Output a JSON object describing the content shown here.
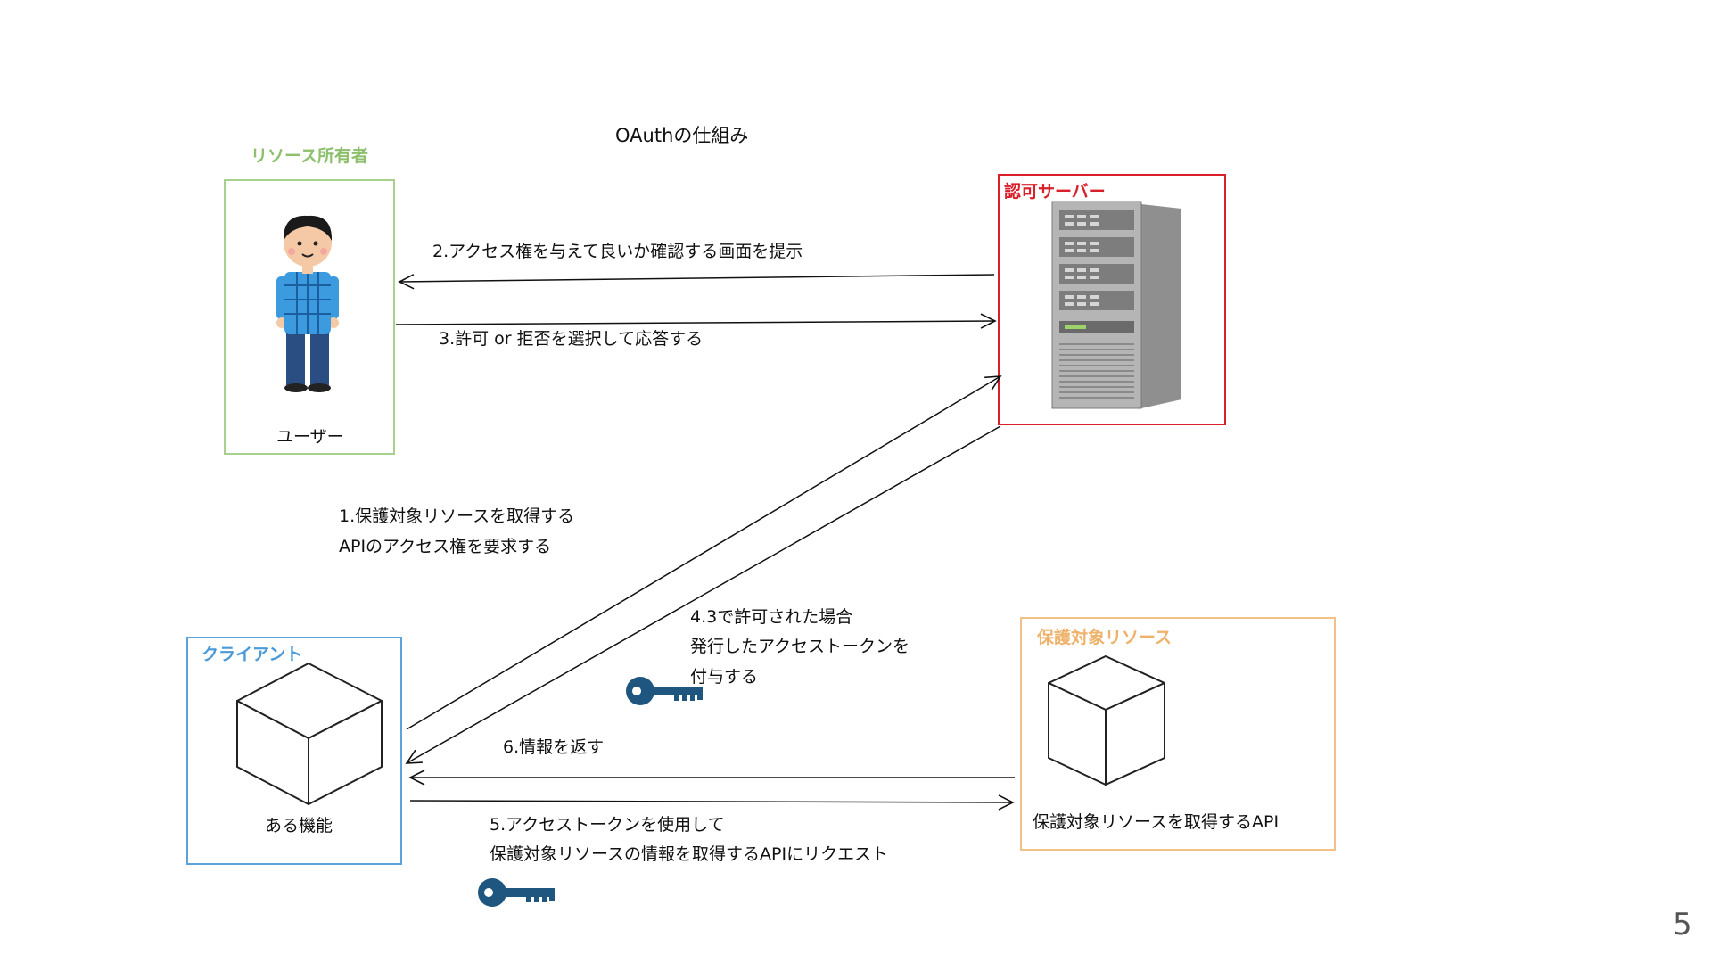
{
  "diagram": {
    "title": "OAuthの仕組み",
    "page_number": "5",
    "colors": {
      "owner": "#8dc06c",
      "auth_server": "#d9202a",
      "client": "#4a9ad8",
      "resource": "#efb26a",
      "key": "#1e5680",
      "line": "#111111"
    },
    "nodes": {
      "owner": {
        "label": "リソース所有者",
        "caption": "ユーザー"
      },
      "auth_server": {
        "label": "認可サーバー"
      },
      "client": {
        "label": "クライアント",
        "caption": "ある機能"
      },
      "resource": {
        "label": "保護対象リソース",
        "caption": "保護対象リソースを取得するAPI"
      }
    },
    "steps": [
      {
        "id": "1",
        "lines": [
          "1.保護対象リソースを取得する",
          "APIのアクセス権を要求する"
        ]
      },
      {
        "id": "2",
        "lines": [
          "2.アクセス権を与えて良いか確認する画面を提示"
        ]
      },
      {
        "id": "3",
        "lines": [
          "3.許可 or 拒否を選択して応答する"
        ]
      },
      {
        "id": "4",
        "lines": [
          "4.3で許可された場合",
          "発行したアクセストークンを",
          "付与する"
        ]
      },
      {
        "id": "5",
        "lines": [
          "5.アクセストークンを使用して",
          "保護対象リソースの情報を取得するAPIにリクエスト"
        ]
      },
      {
        "id": "6",
        "lines": [
          "6.情報を返す"
        ]
      }
    ]
  }
}
